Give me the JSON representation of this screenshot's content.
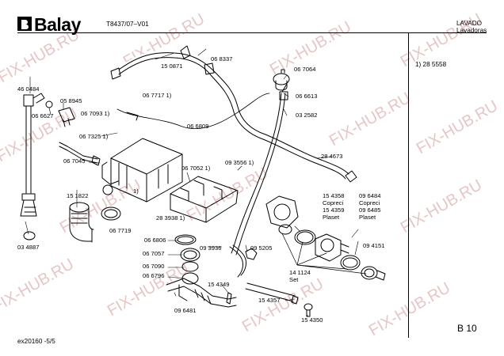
{
  "header": {
    "brand": "Balay",
    "model": "T8437/07–V01",
    "category": "LAVADO",
    "subcategory": "Lavadoras"
  },
  "sidebar": {
    "note": "1) 28 5558"
  },
  "footer": {
    "doc_code": "ex20160  -5/5",
    "section": "B 10"
  },
  "watermark": "FIX-HUB.RU",
  "parts": {
    "p150871": "15 0871",
    "p068337": "06 8337",
    "p067064": "06 7064",
    "p066613": "06 6613",
    "p032582": "03 2582",
    "p460484": "46 0484",
    "p058945": "05 8945",
    "p066627": "06 6627",
    "p067717": "06 7717 1)",
    "p067093": "06 7093 1)",
    "p066809": "06 6809",
    "p067325": "06 7325 1)",
    "p067045": "06 7045",
    "p284673": "28 4673",
    "p093556": "09 3556 1)",
    "p067052": "06 7052 1)",
    "p1": "1)",
    "p151822": "15 1822",
    "p154358": "15 4358",
    "coprec1": "Copreci",
    "p154359": "15 4359",
    "plaset1": "Plaset",
    "p096484": "09 6484",
    "coprec2": "Copreci",
    "p096485": "09 6485",
    "plaset2": "Plaset",
    "p283938": "28 3938 1)",
    "p067719": "06 7719",
    "p034887": "03 4887",
    "p066806": "06 6806",
    "p093936": "09 3936",
    "p095205": "09 5205",
    "p094151": "09 4151",
    "p067057": "06 7057",
    "p141124": "14 1124",
    "set": "Set",
    "p067090": "06 7090",
    "p066796": "06 6796",
    "p154349": "15 4349",
    "p154357": "15 4357",
    "p096481": "09 6481",
    "p154350": "15 4350"
  }
}
